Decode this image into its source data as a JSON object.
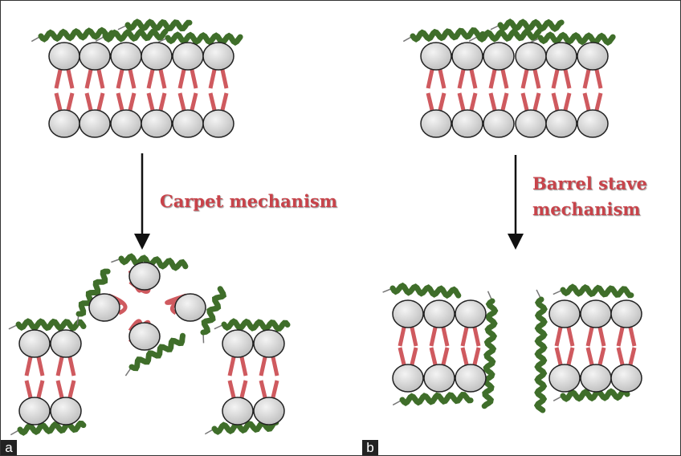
{
  "panels": {
    "a": {
      "label": "a",
      "mechanism": "Carpet mechanism"
    },
    "b": {
      "label": "b",
      "mechanism_line1": "Barrel stave",
      "mechanism_line2": "mechanism"
    }
  },
  "colors": {
    "head_fill": "#d9d9d9",
    "tail": "#cf5a5f",
    "helix": "#3f6e2a",
    "text": "#c8434a",
    "arrow": "#111111"
  }
}
